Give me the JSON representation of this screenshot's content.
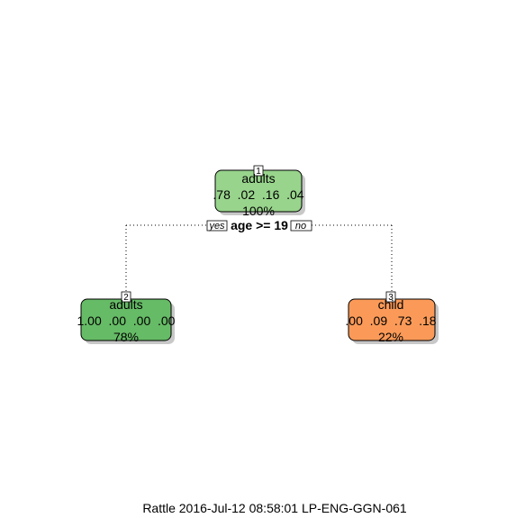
{
  "tree": {
    "nodes": [
      {
        "id": "1",
        "number": "1",
        "class_label": "adults",
        "probs": ".78  .02  .16  .04",
        "percent": "100%",
        "color": "#98D48C"
      },
      {
        "id": "2",
        "number": "2",
        "class_label": "adults",
        "probs": "1.00  .00  .00  .00",
        "percent": "78%",
        "color": "#66BB66"
      },
      {
        "id": "3",
        "number": "3",
        "class_label": "child",
        "probs": ".00  .09  .73  .18",
        "percent": "22%",
        "color": "#FB9A58"
      }
    ],
    "split": {
      "condition": "age >= 19",
      "yes_label": "yes",
      "no_label": "no"
    }
  },
  "footer": {
    "text": "Rattle 2016-Jul-12 08:58:01 LP-ENG-GGN-061"
  }
}
